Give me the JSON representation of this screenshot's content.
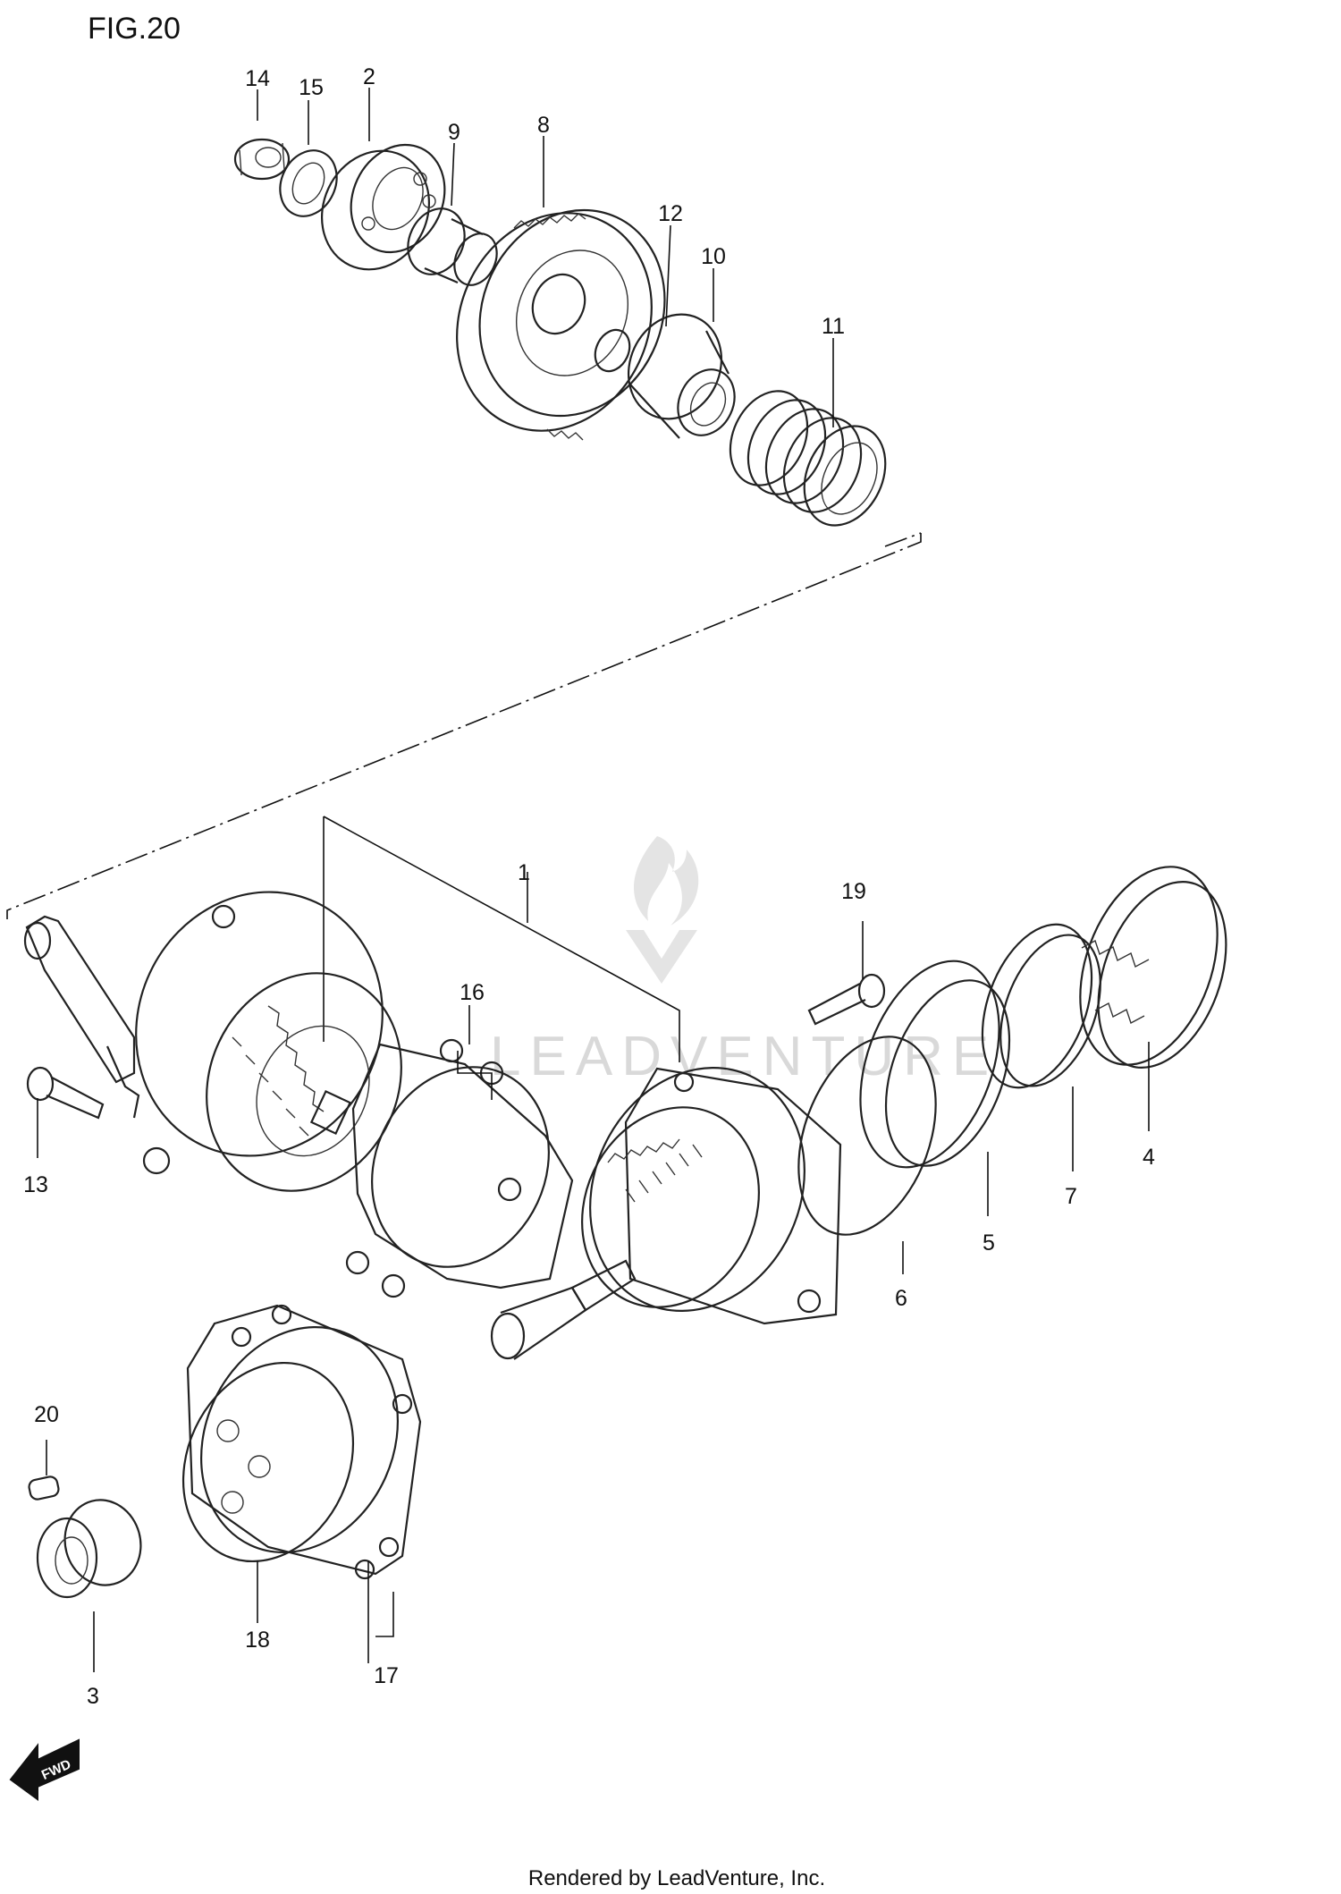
{
  "figure": {
    "title": "FIG.20"
  },
  "watermark": {
    "text": "LEADVENTURE"
  },
  "fwd_arrow": {
    "label": "FWD"
  },
  "footer": {
    "text": "Rendered by LeadVenture, Inc."
  },
  "callouts": [
    "1",
    "2",
    "3",
    "4",
    "5",
    "6",
    "7",
    "8",
    "9",
    "10",
    "11",
    "12",
    "13",
    "14",
    "15",
    "16",
    "17",
    "18",
    "19",
    "20"
  ]
}
